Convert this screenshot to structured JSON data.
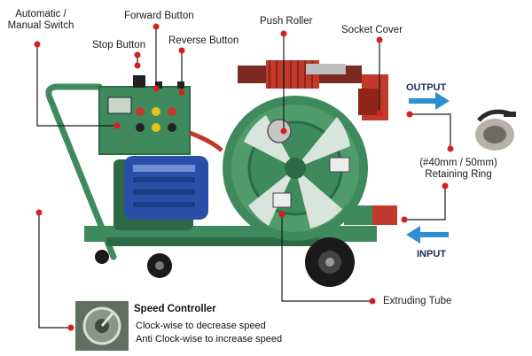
{
  "labels": {
    "auto_manual_line1": "Automatic /",
    "auto_manual_line2": "Manual Switch",
    "forward_button": "Forward Button",
    "stop_button": "Stop Button",
    "reverse_button": "Reverse Button",
    "push_roller": "Push Roller",
    "socket_cover": "Socket Cover",
    "output": "OUTPUT",
    "input": "INPUT",
    "retaining_ring_line1": "(#40mm / 50mm)",
    "retaining_ring_line2": "Retaining Ring",
    "extruding_tube": "Extruding Tube"
  },
  "speed_controller": {
    "title": "Speed Controller",
    "line1": "Clock-wise to decrease speed",
    "line2": "Anti Clock-wise to increase speed"
  },
  "colors": {
    "machine_green": "#3f8a5c",
    "machine_green_dark": "#2c6a45",
    "motor_blue": "#2a4fa8",
    "callout_red": "#d91e1e",
    "arrow_blue": "#2d8fd0",
    "spring_red": "#c0392b"
  }
}
